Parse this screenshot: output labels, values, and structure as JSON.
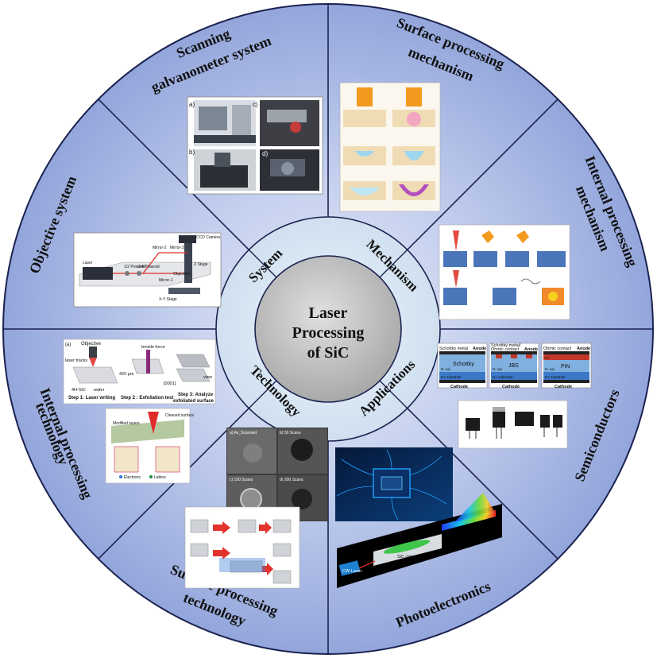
{
  "center": {
    "line1": "Laser",
    "line2": "Processing",
    "line3": "of SiC"
  },
  "ring": {
    "system": "System",
    "mechanism": "Mechanism",
    "technology": "Technology",
    "applications": "Applications"
  },
  "outer": {
    "scanning_1": "Scanning",
    "scanning_2": "galvanometer system",
    "objective": "Objective system",
    "surface_mech_1": "Surface processing",
    "surface_mech_2": "mechanism",
    "internal_mech_1": "Internal processing",
    "internal_mech_2": "mechanism",
    "internal_tech_1": "Internal processing",
    "internal_tech_2": "technology",
    "surface_tech_1": "Surface processing",
    "surface_tech_2": "technology",
    "semiconductors": "Semiconductors",
    "photoelectronics": "Photoelectronics"
  },
  "panels": {
    "galvo": {
      "a": "a)",
      "b": "b)",
      "c": "c)",
      "d": "d)"
    },
    "objective": {
      "laser": "Laser",
      "ccd": "CCD Camera",
      "mirror1": "Mirror-1",
      "mirror2": "Mirror-2",
      "mirror3": "Mirror-3",
      "half": "1/2 Polaroid",
      "quarter": "1/4 Polaroid",
      "zstage": "Z Stage",
      "xystage": "X-Y Stage",
      "obj": "Objective"
    },
    "internal_tech": {
      "a": "(a)",
      "objective": "Objective",
      "laser_tracks": "laser tracks",
      "sic": "4H-SiC",
      "wafer": "wafer",
      "depth": "420 μm",
      "tensile": "tensile force",
      "dir": "[0001]",
      "view": "view",
      "step1": "Step 1: Laser writing",
      "step2": "Step 2 : Exfoliation test",
      "step3a": "Step 3: Analyze",
      "step3b": "exfoliated surface",
      "cleaved": "Cleaved surface",
      "modified": "Modified layers",
      "electrons": "Electrons",
      "lattice": "Lattice"
    },
    "semis": {
      "schottky_metal": "Schottky metal",
      "anode": "Anode",
      "schottky": "Schottky",
      "n_epi": "N- epi",
      "n_sub": "N+ substrate",
      "cathode": "Cathode",
      "sm_ohmic": "Schottky metal/",
      "ohmic": "Ohmic contact",
      "jbs": "JBS",
      "pin": "PiN",
      "p_plus": "P+"
    },
    "photo": {
      "laser": "CW Laser",
      "chip": "SiC chip"
    },
    "surface_tech": {
      "a": "a) As_Scanned",
      "b": "b) 50 Scans",
      "c": "c) 100 Scans",
      "d": "d) 200 Scans"
    }
  },
  "colors": {
    "outer_ring": "#9fb0df",
    "inner_ring": "#d6e4f2",
    "center": "#c9c9c9",
    "divider": "#1b2250"
  }
}
